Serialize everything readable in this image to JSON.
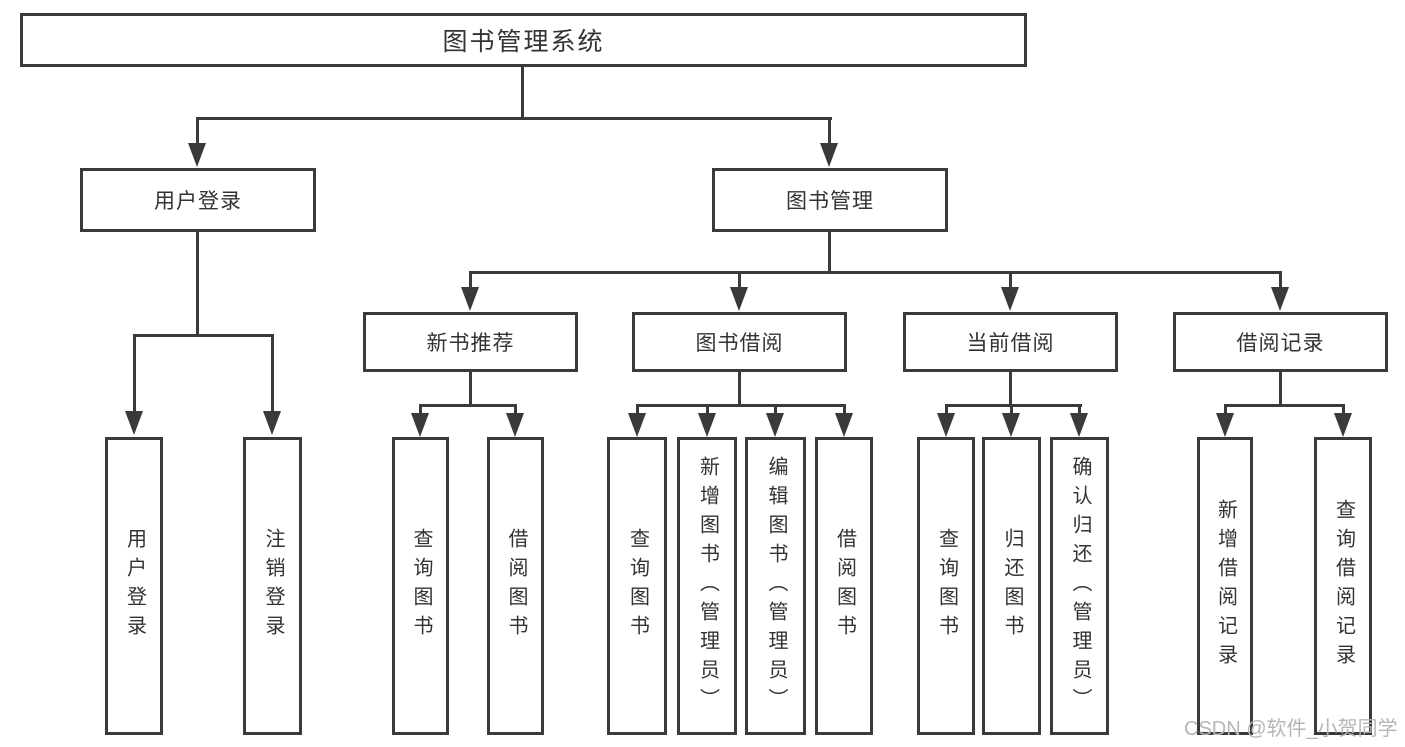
{
  "nodes": {
    "root": "图书管理系统",
    "login": "用户登录",
    "management": "图书管理",
    "recommend": "新书推荐",
    "borrowing": "图书借阅",
    "current": "当前借阅",
    "records": "借阅记录",
    "login_children": [
      "用户登录",
      "注销登录"
    ],
    "recommend_children": [
      "查询图书",
      "借阅图书"
    ],
    "borrowing_children": [
      "查询图书",
      "新增图书（管理员）",
      "编辑图书（管理员）",
      "借阅图书"
    ],
    "current_children": [
      "查询图书",
      "归还图书",
      "确认归还（管理员）"
    ],
    "records_children": [
      "新增借阅记录",
      "查询借阅记录"
    ]
  },
  "watermark": "CSDN @软件_小贺同学",
  "colors": {
    "line": "#3a3a3a",
    "text": "#333333",
    "watermark": "#b6b6b6",
    "background": "#ffffff"
  }
}
